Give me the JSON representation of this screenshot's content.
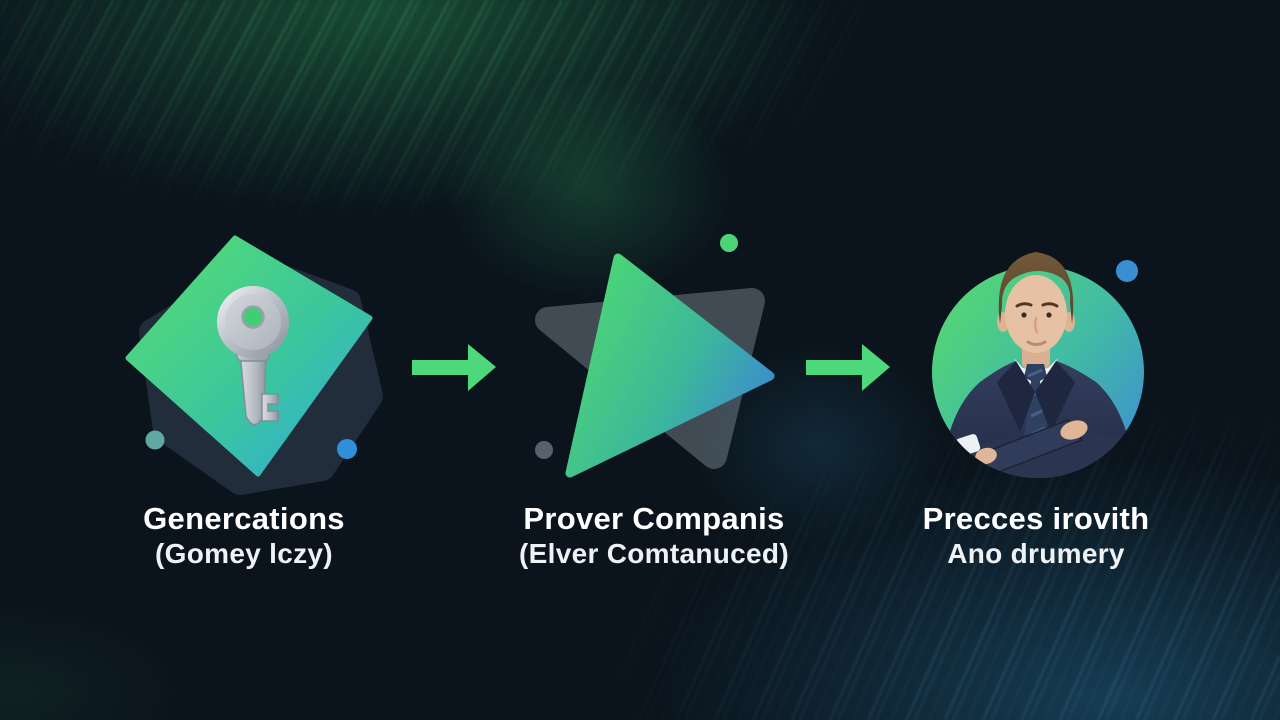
{
  "steps": [
    {
      "title": "Genercations",
      "subtitle": "(Gomey lczy)",
      "icon": "key-icon"
    },
    {
      "title": "Prover Companis",
      "subtitle": "(Elver Comtanuced)",
      "icon": "play-triangle-icon"
    },
    {
      "title": "Precces irovith",
      "subtitle": "Ano drumery",
      "icon": "businessman-photo"
    }
  ],
  "arrows": [
    {
      "name": "arrow-right-icon",
      "direction": "right"
    },
    {
      "name": "arrow-right-icon",
      "direction": "right"
    }
  ],
  "decor_dots": [
    {
      "color": "#5fa8a3"
    },
    {
      "color": "#2f8fd8"
    },
    {
      "color": "#59626c"
    },
    {
      "color": "#4cd577"
    },
    {
      "color": "#3a8ed2"
    }
  ],
  "palette": {
    "background": "#0b141c",
    "accent_green": "#4dd87c",
    "accent_blue": "#3a8ed2",
    "gradient_green": "#55dc72",
    "gradient_teal": "#2fa9db",
    "suit_navy": "#2b3550",
    "text_primary": "#ffffff"
  }
}
